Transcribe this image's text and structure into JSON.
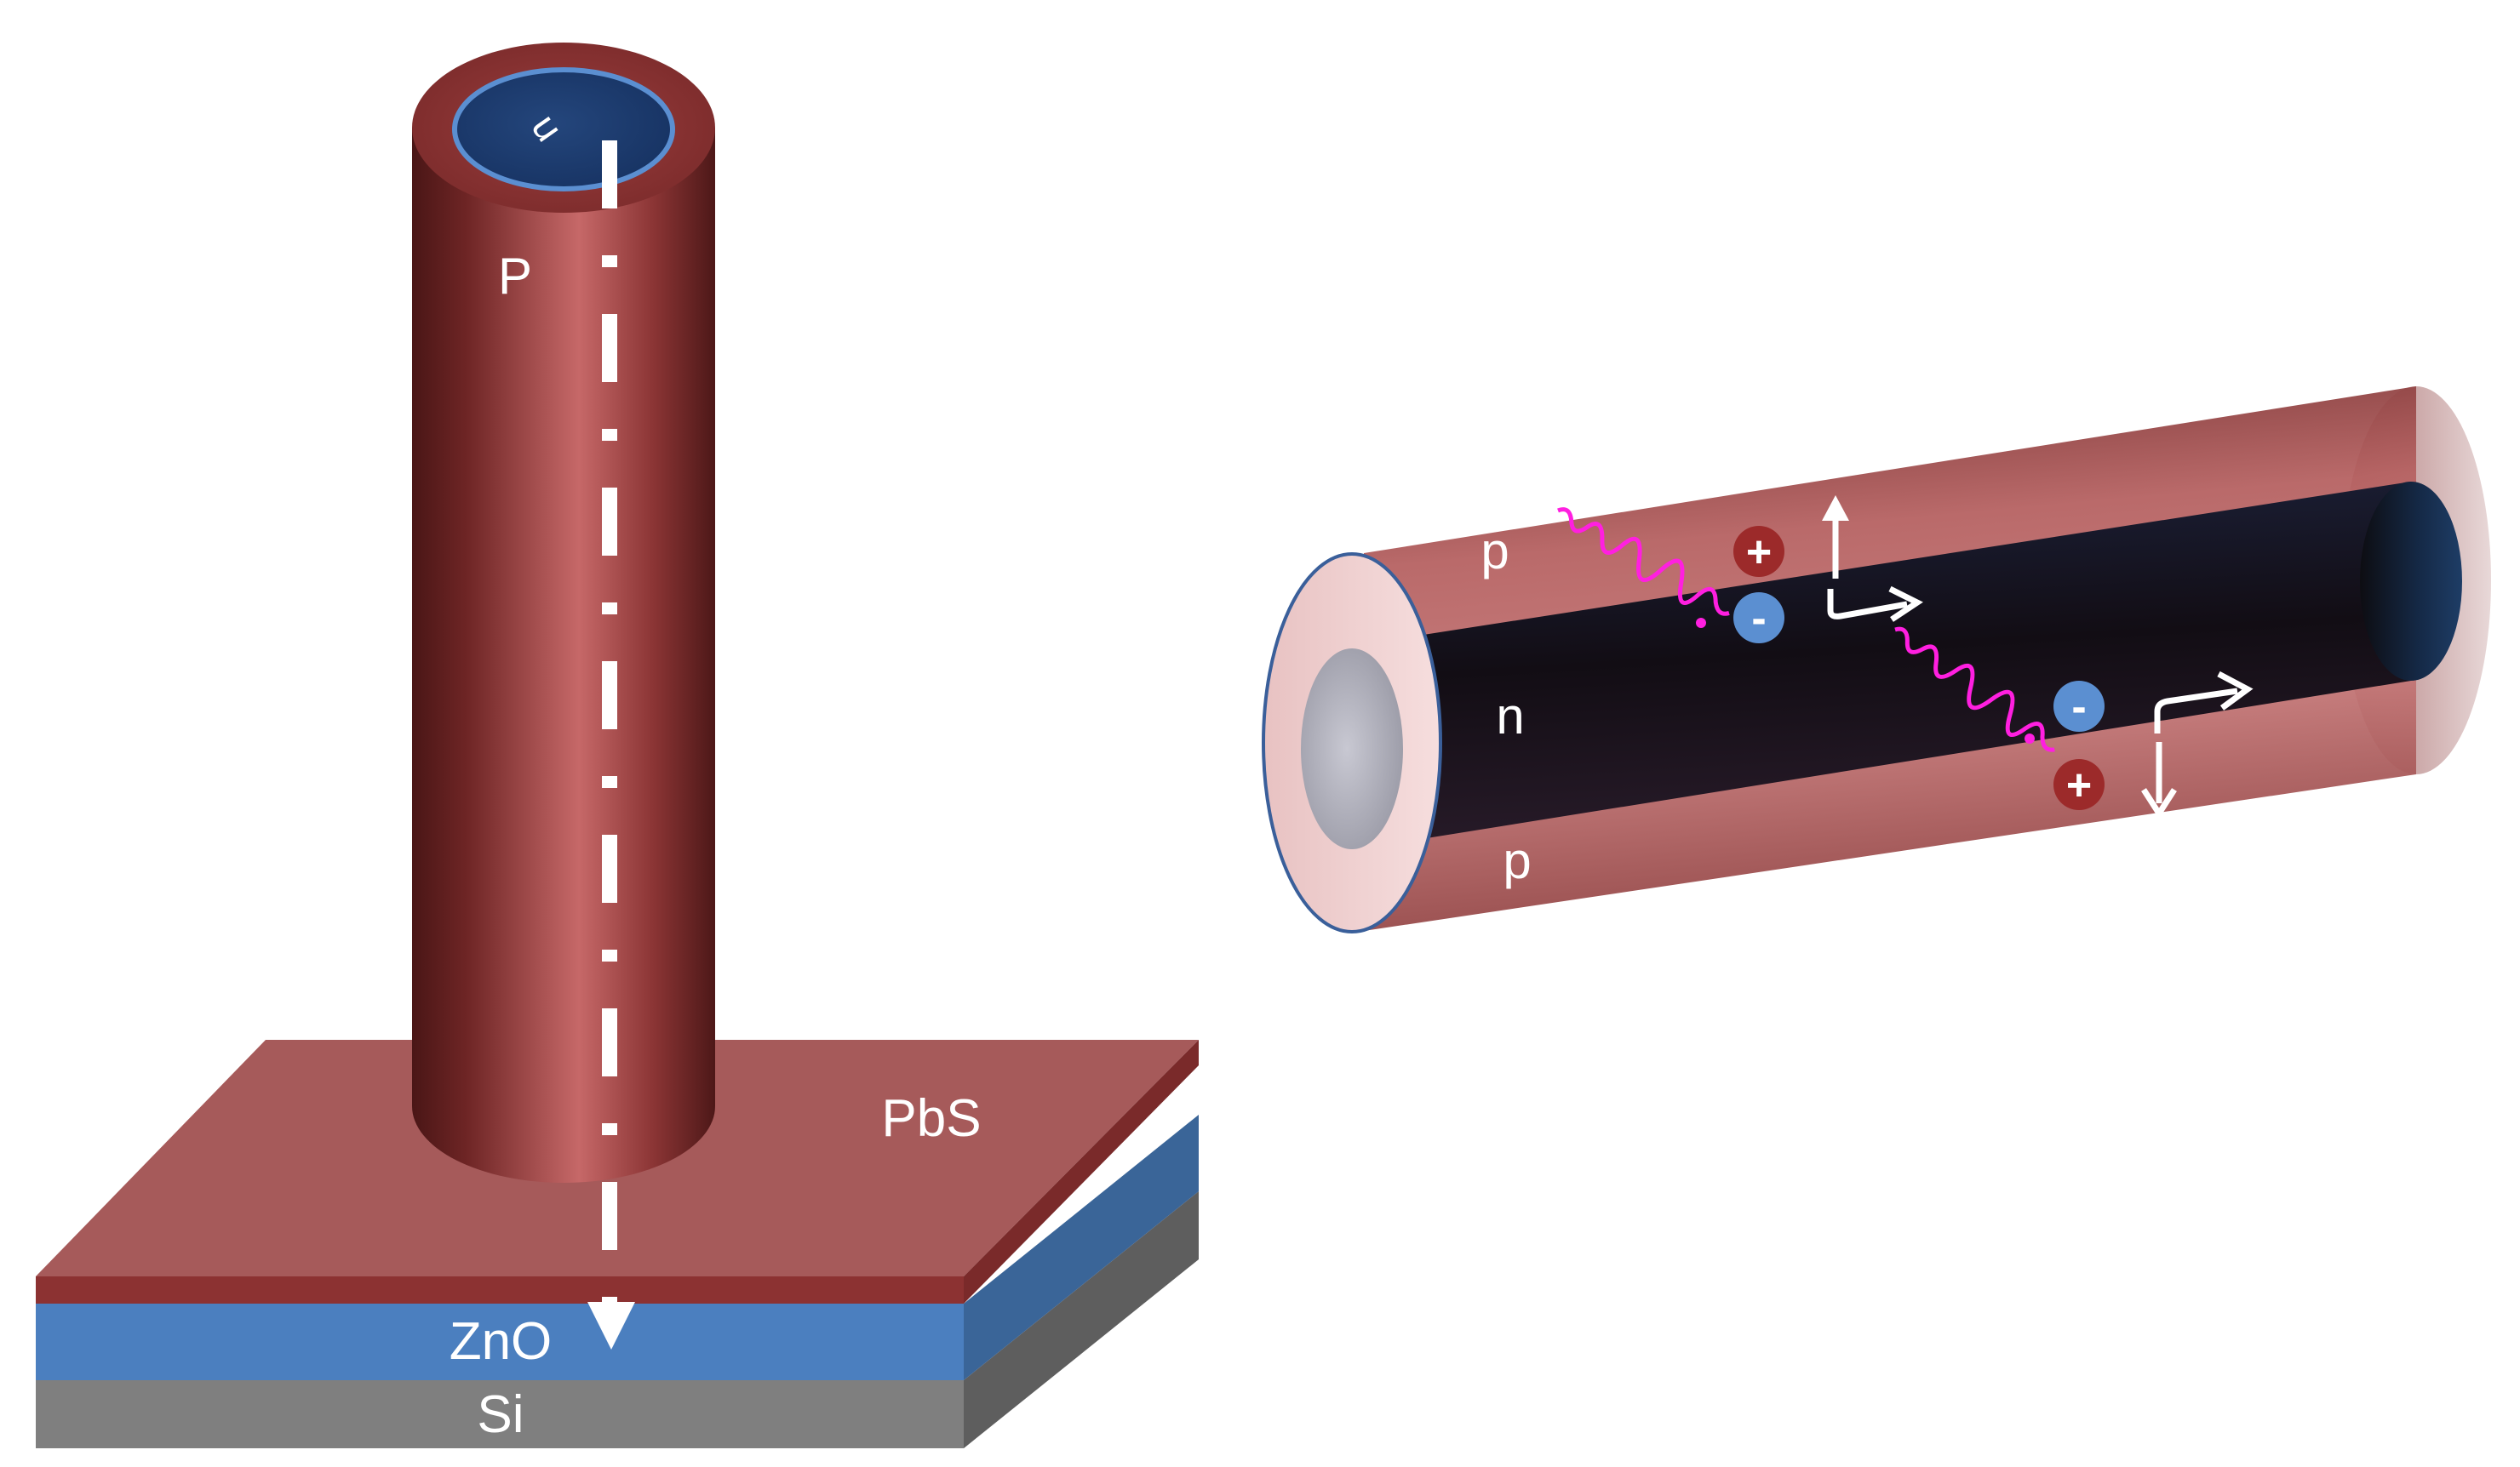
{
  "labels": {
    "pillar_core": "n",
    "pillar_shell": "P",
    "film_top": "PbS",
    "film_middle": "ZnO",
    "substrate": "Si",
    "wire_shell_top": "p",
    "wire_core": "n",
    "wire_shell_bottom": "p"
  },
  "carriers": {
    "hole_symbol": "+",
    "electron_symbol": "-"
  },
  "colors": {
    "pbs": "#a65a5a",
    "pbs_edge": "#8c3232",
    "zno": "#4b7fbf",
    "zno_side": "#3a6598",
    "si": "#7f7f7f",
    "si_side": "#5f5f5f",
    "shell_dark": "#5a1f1f",
    "shell_light": "#c86a6a",
    "core_blue": "#1f3c6e",
    "hole_fill": "#9c2a2a",
    "electron_fill": "#5b8fd1",
    "photon": "#ff1fe0",
    "arrow": "#ffffff"
  }
}
